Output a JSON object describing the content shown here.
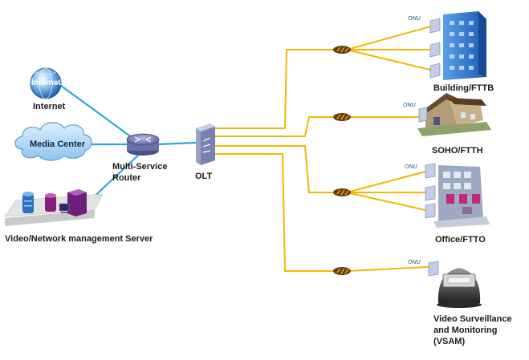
{
  "labels": {
    "internet": "Internet",
    "internet_globe": "Internet",
    "media_center": "Media Center",
    "video_server": "Video/Network management Server",
    "router": "Multi-Service Router",
    "router_line1": "Multi-Service",
    "router_line2": "Router",
    "olt": "OLT",
    "building": "Building/FTTB",
    "soho": "SOHO/FTTH",
    "office": "Office/FTTO",
    "vsam_line1": "Video Surveillance",
    "vsam_line2": "and Monitoring",
    "vsam_line3": "(VSAM)",
    "onu": "ONU"
  },
  "colors": {
    "ethernet_link": "#2aa8d8",
    "fiber_link": "#f2b800",
    "splitter": "#6b3a1a",
    "cloud": "#a9d4f5",
    "router": "#8a8fbf"
  }
}
